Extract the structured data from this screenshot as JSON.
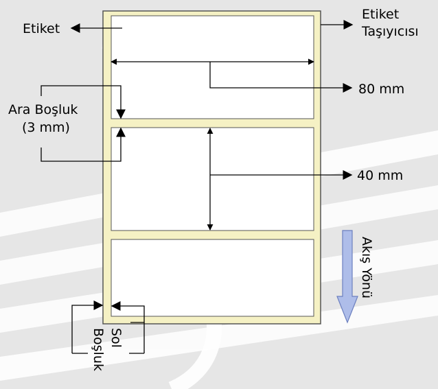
{
  "labels": {
    "etiket": "Etiket",
    "carrier_line1": "Etiket",
    "carrier_line2": "Taşıyıcısı",
    "width": "80 mm",
    "gap_line1": "Ara Boşluk",
    "gap_line2": "(3 mm)",
    "height": "40 mm",
    "flow": "Akış Yönü",
    "margin_line1": "Sol",
    "margin_line2": "Boşluk"
  },
  "colors": {
    "background": "#e6e6e6",
    "watermark": "#ffffff",
    "carrier_fill": "#f5f1c4",
    "carrier_stroke": "#555555",
    "label_fill": "#ffffff",
    "flow_arrow_fill": "#aebde9",
    "flow_arrow_stroke": "#6b7fbf",
    "line": "#000000"
  }
}
